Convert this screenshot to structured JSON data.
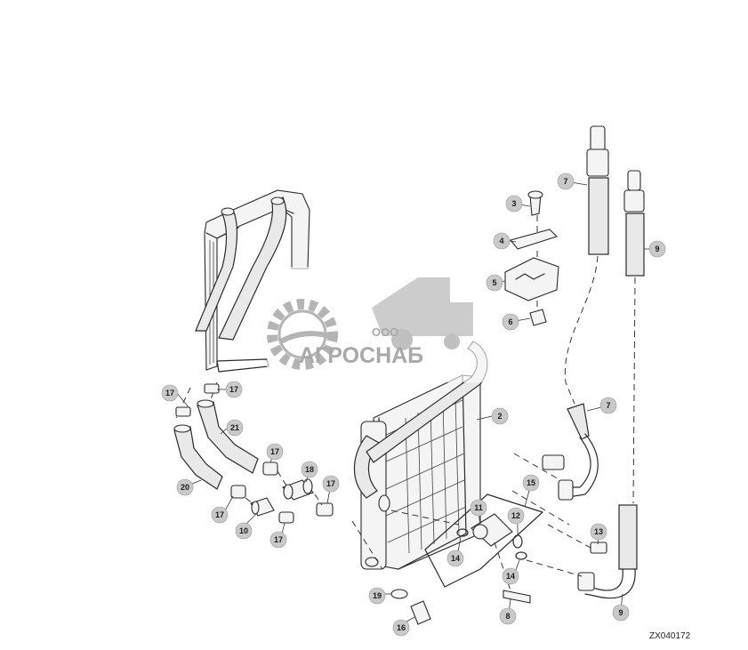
{
  "figure": {
    "reference_code": "ZX040172",
    "callouts": [
      {
        "id": "c17a",
        "label": "17"
      },
      {
        "id": "c17b",
        "label": "17"
      },
      {
        "id": "c21",
        "label": "21"
      },
      {
        "id": "c17c",
        "label": "17"
      },
      {
        "id": "c18",
        "label": "18"
      },
      {
        "id": "c17d",
        "label": "17"
      },
      {
        "id": "c20",
        "label": "20"
      },
      {
        "id": "c17e",
        "label": "17"
      },
      {
        "id": "c10",
        "label": "10"
      },
      {
        "id": "c17f",
        "label": "17"
      },
      {
        "id": "c2",
        "label": "2"
      },
      {
        "id": "c11",
        "label": "11"
      },
      {
        "id": "c12",
        "label": "12"
      },
      {
        "id": "c15",
        "label": "15"
      },
      {
        "id": "c14a",
        "label": "14"
      },
      {
        "id": "c14b",
        "label": "14"
      },
      {
        "id": "c19",
        "label": "19"
      },
      {
        "id": "c16",
        "label": "16"
      },
      {
        "id": "c8b",
        "label": "8"
      },
      {
        "id": "c13",
        "label": "13"
      },
      {
        "id": "c9b",
        "label": "9"
      },
      {
        "id": "c7a",
        "label": "7"
      },
      {
        "id": "c9a",
        "label": "9"
      },
      {
        "id": "c3",
        "label": "3"
      },
      {
        "id": "c4",
        "label": "4"
      },
      {
        "id": "c5",
        "label": "5"
      },
      {
        "id": "c6",
        "label": "6"
      },
      {
        "id": "c7b",
        "label": "7"
      }
    ]
  },
  "watermark": {
    "brand_prefix": "ООО",
    "brand_name": "АГРОСНАБ",
    "text_color": "#9b9b9b"
  }
}
